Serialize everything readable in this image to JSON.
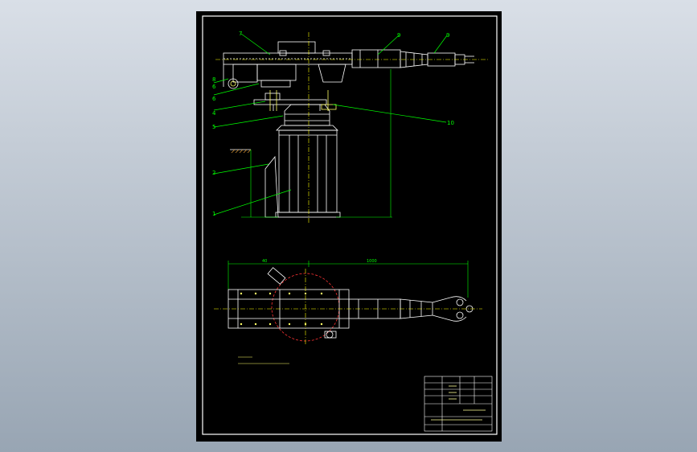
{
  "colors": {
    "background_top": "#d7dde5",
    "background_bottom": "#9aa6b4",
    "sheet": "#000000",
    "sheet_border": "#ffffff",
    "callout": "#00ff00",
    "part_label": "#ffff66",
    "outline": "#ffffff",
    "centerline": "#ffff00",
    "dimension": "#00ff00",
    "hidden": "#ff3333",
    "title_block_text": "#ffff99"
  },
  "callouts": {
    "c1": "1",
    "c2": "2",
    "c3": "3",
    "c4": "4",
    "c5": "5",
    "c6": "6",
    "c7": "7",
    "c8": "8",
    "c9": "9",
    "c10": "10"
  },
  "dimensions": {
    "top_width": "1000",
    "top_left": "40"
  },
  "icons": {
    "drawing": "cad-drawing-icon"
  }
}
